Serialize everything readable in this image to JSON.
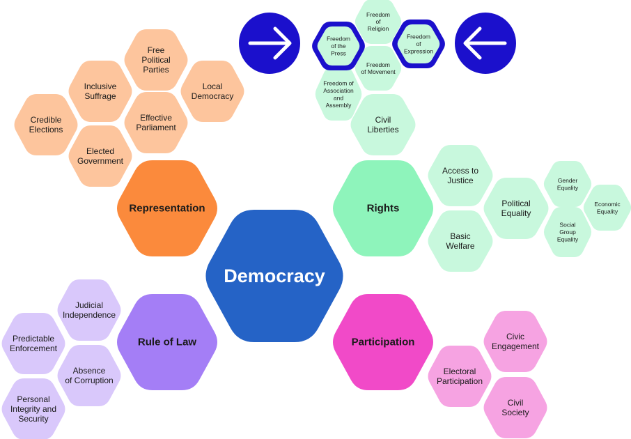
{
  "colors": {
    "center": "#2563c6",
    "representation_main": "#fb8a3c",
    "representation_sub": "#fdc59d",
    "rights_main": "#8ef4bb",
    "rights_sub": "#c8f8dd",
    "rule_main": "#a47ef6",
    "rule_sub": "#d9c8fb",
    "participation_main": "#f14ac8",
    "participation_sub": "#f6a3e2",
    "arrow_circle": "#1b10cc",
    "highlight_border": "#1b10cc"
  },
  "center": {
    "label": "Democracy"
  },
  "representation": {
    "label": "Representation",
    "items": [
      [
        "Free",
        "Political",
        "Parties"
      ],
      [
        "Local",
        "Democracy"
      ],
      [
        "Inclusive",
        "Suffrage"
      ],
      [
        "Effective",
        "Parliament"
      ],
      [
        "Credible",
        "Elections"
      ],
      [
        "Elected",
        "Government"
      ]
    ]
  },
  "rights": {
    "label": "Rights",
    "civil_liberties": [
      "Civil",
      "Liberties"
    ],
    "freedom_of_religion": [
      "Freedom",
      "of",
      "Religion"
    ],
    "freedom_of_the_press": [
      "Freedom",
      "of the",
      "Press"
    ],
    "freedom_of_expression": [
      "Freedom",
      "of",
      "Expression"
    ],
    "freedom_of_movement": [
      "Freedom",
      "of Movement"
    ],
    "freedom_of_association": [
      "Freedom of",
      "Association",
      "and",
      "Assembly"
    ],
    "access_to_justice": [
      "Access to",
      "Justice"
    ],
    "basic_welfare": [
      "Basic",
      "Welfare"
    ],
    "political_equality": [
      "Political",
      "Equality"
    ],
    "gender_equality": [
      "Gender",
      "Equality"
    ],
    "social_group_equality": [
      "Social",
      "Group",
      "Equality"
    ],
    "economic_equality": [
      "Economic",
      "Equality"
    ]
  },
  "rule_of_law": {
    "label": "Rule of Law",
    "items": [
      [
        "Judicial",
        "Independence"
      ],
      [
        "Predictable",
        "Enforcement"
      ],
      [
        "Absence",
        "of Corruption"
      ],
      [
        "Personal",
        "Integrity and",
        "Security"
      ]
    ]
  },
  "participation": {
    "label": "Participation",
    "items": [
      [
        "Civic",
        "Engagement"
      ],
      [
        "Electoral",
        "Participation"
      ],
      [
        "Civil",
        "Society"
      ]
    ]
  },
  "arrows": {
    "left_icon": "arrow-right-icon",
    "right_icon": "arrow-left-icon"
  }
}
